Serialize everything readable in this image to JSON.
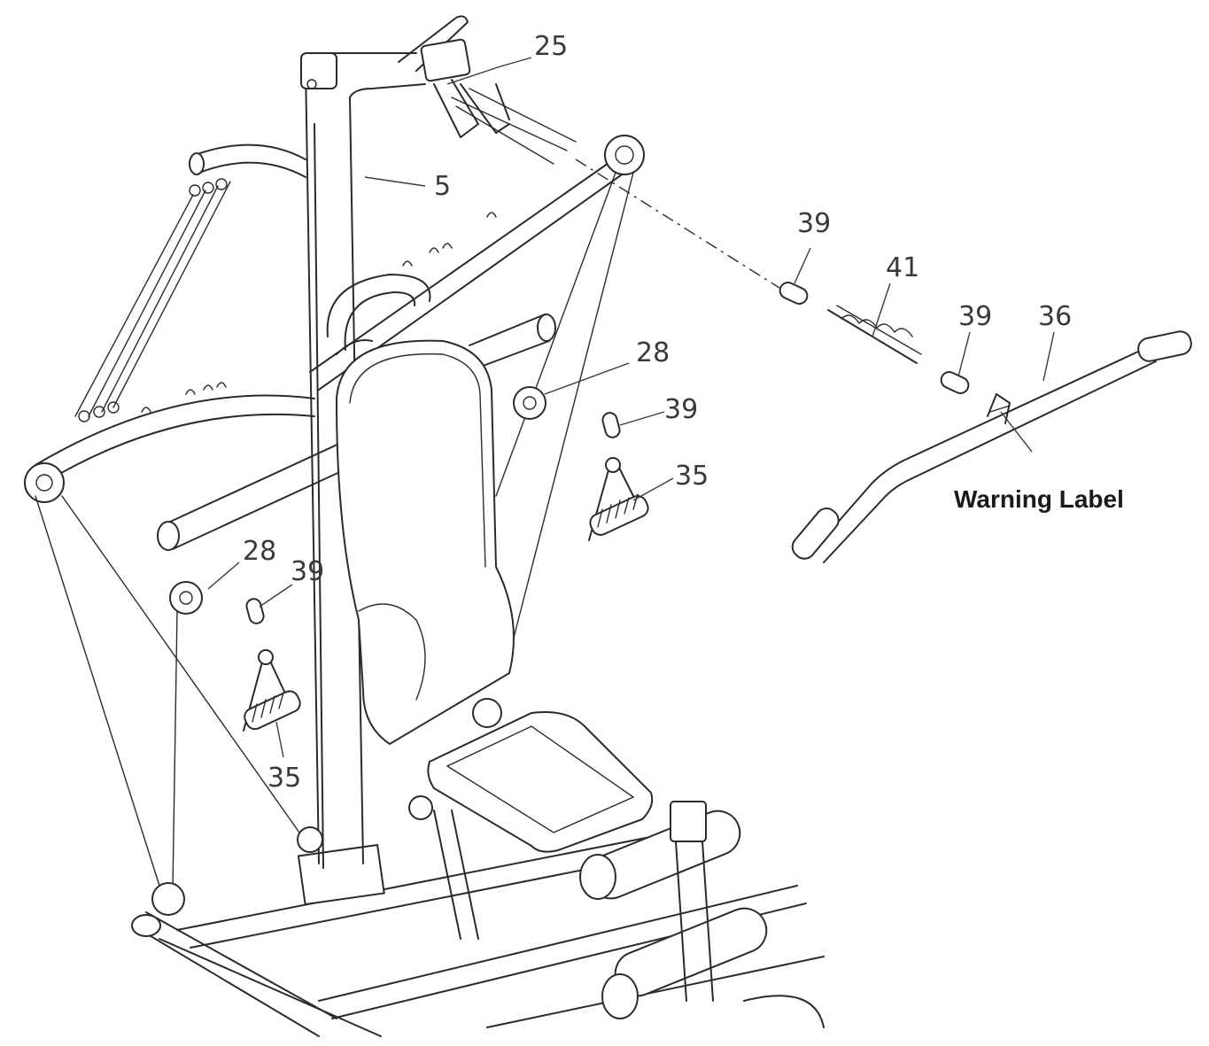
{
  "callouts": {
    "c25": "25",
    "c5": "5",
    "c39_chain_left": "39",
    "c41": "41",
    "c39_chain_right": "39",
    "c36": "36",
    "c28_right": "28",
    "c39_right": "39",
    "c35_right": "35",
    "c28_left": "28",
    "c39_left": "39",
    "c35_left": "35"
  },
  "warning_label": "Warning Label",
  "colors": {
    "line": "#2b2b2b",
    "background": "#ffffff"
  }
}
